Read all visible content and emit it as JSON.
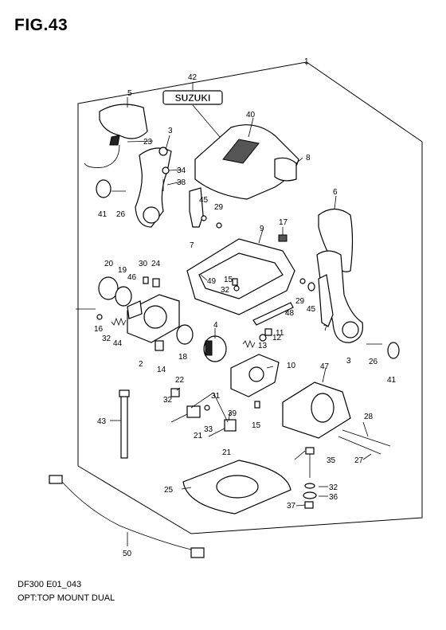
{
  "figure": {
    "title": "FIG.43",
    "model_code": "DF300 E01_043",
    "caption": "OPT:TOP MOUNT DUAL",
    "logo_text": "SUZUKI"
  },
  "callouts": [
    "1",
    "2",
    "3",
    "3",
    "4",
    "5",
    "6",
    "7",
    "7",
    "8",
    "9",
    "10",
    "11",
    "12",
    "13",
    "14",
    "15",
    "15",
    "16",
    "17",
    "18",
    "19",
    "20",
    "21",
    "21",
    "22",
    "23",
    "24",
    "25",
    "26",
    "26",
    "27",
    "28",
    "29",
    "29",
    "30",
    "31",
    "32",
    "32",
    "32",
    "32",
    "33",
    "34",
    "35",
    "36",
    "37",
    "38",
    "39",
    "40",
    "41",
    "41",
    "42",
    "43",
    "44",
    "45",
    "45",
    "46",
    "47",
    "48",
    "49",
    "50"
  ]
}
